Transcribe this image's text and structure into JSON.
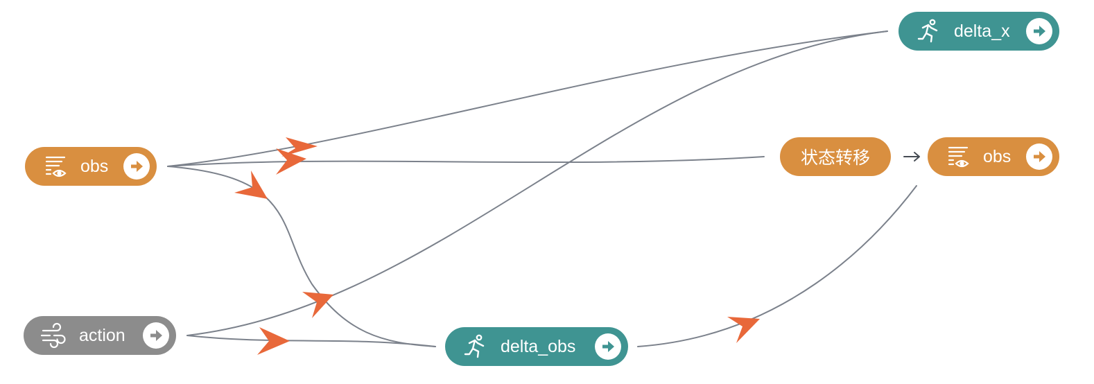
{
  "colors": {
    "orange": "#d98f40",
    "teal": "#3f9492",
    "gray": "#8c8c8c",
    "edge": "#7b818b",
    "arrowhead": "#e8683a"
  },
  "nodes": {
    "obs_input": {
      "label": "obs",
      "icon": "observation-list-eye-icon",
      "action_icon": "arrow-right-circle-icon"
    },
    "action_input": {
      "label": "action",
      "icon": "wind-icon",
      "action_icon": "arrow-right-circle-icon"
    },
    "delta_obs": {
      "label": "delta_obs",
      "icon": "running-person-icon",
      "action_icon": "arrow-right-circle-icon"
    },
    "delta_x": {
      "label": "delta_x",
      "icon": "running-person-icon",
      "action_icon": "arrow-right-circle-icon"
    },
    "state_transition": {
      "label": "状态转移"
    },
    "obs_output": {
      "label": "obs",
      "icon": "observation-list-eye-icon",
      "action_icon": "arrow-right-circle-icon"
    }
  },
  "edges": [
    {
      "from": "obs_input",
      "to": "delta_x"
    },
    {
      "from": "obs_input",
      "to": "state_transition"
    },
    {
      "from": "obs_input",
      "to": "delta_obs"
    },
    {
      "from": "action_input",
      "to": "delta_x"
    },
    {
      "from": "action_input",
      "to": "delta_obs"
    },
    {
      "from": "delta_obs",
      "to": "obs_output"
    },
    {
      "from": "state_transition",
      "to": "obs_output"
    }
  ]
}
